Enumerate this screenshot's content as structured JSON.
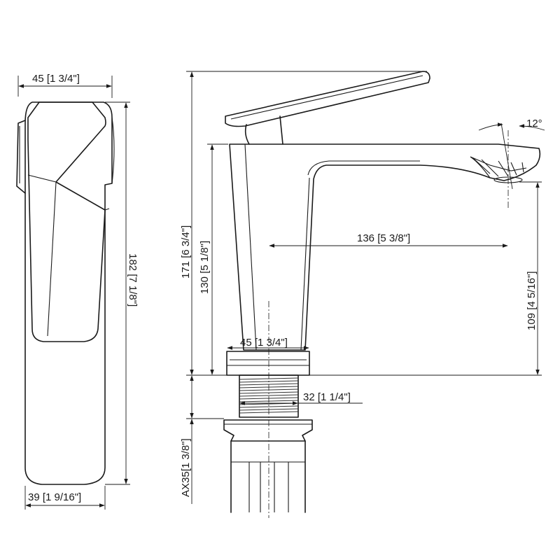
{
  "dimensions": {
    "top_width": "45 [1 3/4\"]",
    "bottom_width": "39 [1 9/16\"]",
    "handle_length": "182 [7 1/8\"]",
    "total_height": "171 [6 3/4\"]",
    "body_height": "130 [5 1/8\"]",
    "spout_reach": "136 [5 3/8\"]",
    "spout_height": "109 [4 5/16\"]",
    "base_width": "45 [1 3/4\"]",
    "thread_diameter": "32 [1 1/4\"]",
    "angle": "12°",
    "thread_length": "AX35[1 3/8\"]"
  }
}
